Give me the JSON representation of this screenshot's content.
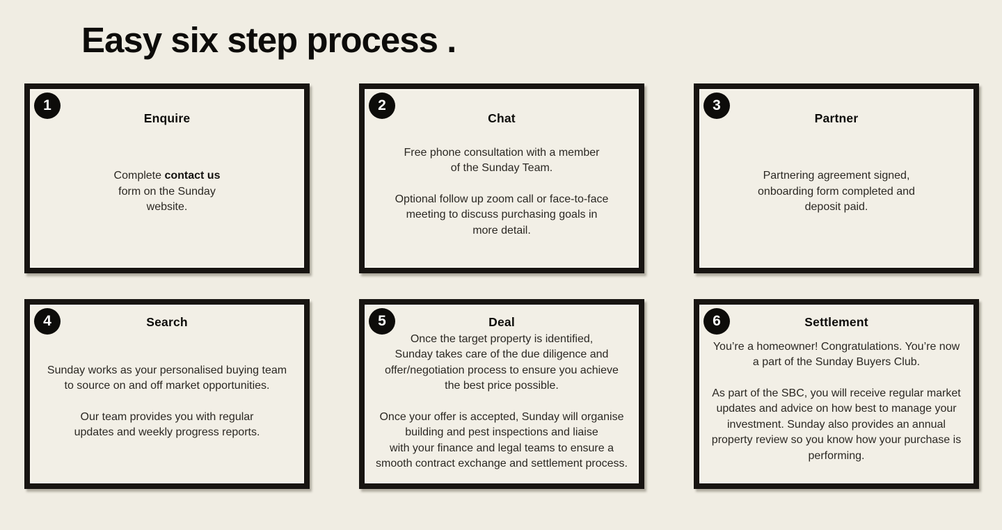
{
  "page": {
    "title": "Easy six step process .",
    "background_color": "#f0ede3",
    "card_background_color": "#f2efe6",
    "card_border_color": "#181512",
    "badge_color": "#0d0c0a",
    "badge_text_color": "#ffffff",
    "text_color": "#2b2823"
  },
  "cards": [
    {
      "number": "1",
      "title": "Enquire",
      "paragraphs": [
        [
          {
            "text": "Complete ",
            "bold": false
          },
          {
            "text": "contact us",
            "bold": true
          },
          {
            "text": "\nform on the Sunday\nwebsite.",
            "bold": false
          }
        ]
      ]
    },
    {
      "number": "2",
      "title": "Chat",
      "paragraphs": [
        [
          {
            "text": "Free phone consultation with a member\nof the Sunday Team.",
            "bold": false
          }
        ],
        [
          {
            "text": "Optional follow up zoom call or face-to-face\nmeeting to discuss purchasing goals in\nmore detail.",
            "bold": false
          }
        ]
      ]
    },
    {
      "number": "3",
      "title": "Partner",
      "paragraphs": [
        [
          {
            "text": "Partnering agreement signed,\nonboarding form completed and\ndeposit paid.",
            "bold": false
          }
        ]
      ]
    },
    {
      "number": "4",
      "title": "Search",
      "paragraphs": [
        [
          {
            "text": "Sunday works as your personalised buying team\nto source on and off market opportunities.",
            "bold": false
          }
        ],
        [
          {
            "text": "Our team provides you with regular\nupdates and weekly progress reports.",
            "bold": false
          }
        ]
      ]
    },
    {
      "number": "5",
      "title": "Deal",
      "paragraphs": [
        [
          {
            "text": "Once the target property is identified,\nSunday takes care of the due diligence and\noffer/negotiation process to ensure you achieve\nthe best price possible.",
            "bold": false
          }
        ],
        [
          {
            "text": "Once your offer is accepted, Sunday will organise\nbuilding and pest inspections and liaise\nwith your finance and legal teams to ensure a\nsmooth contract exchange and settlement process.",
            "bold": false
          }
        ]
      ]
    },
    {
      "number": "6",
      "title": "Settlement",
      "paragraphs": [
        [
          {
            "text": "You’re a homeowner! Congratulations. You’re now\na part of the Sunday Buyers Club.",
            "bold": false
          }
        ],
        [
          {
            "text": "As part of the SBC, you will receive regular market\nupdates and advice on how best to manage your\ninvestment. Sunday also provides an annual\nproperty review so you know how your purchase is\nperforming.",
            "bold": false
          }
        ]
      ]
    }
  ]
}
